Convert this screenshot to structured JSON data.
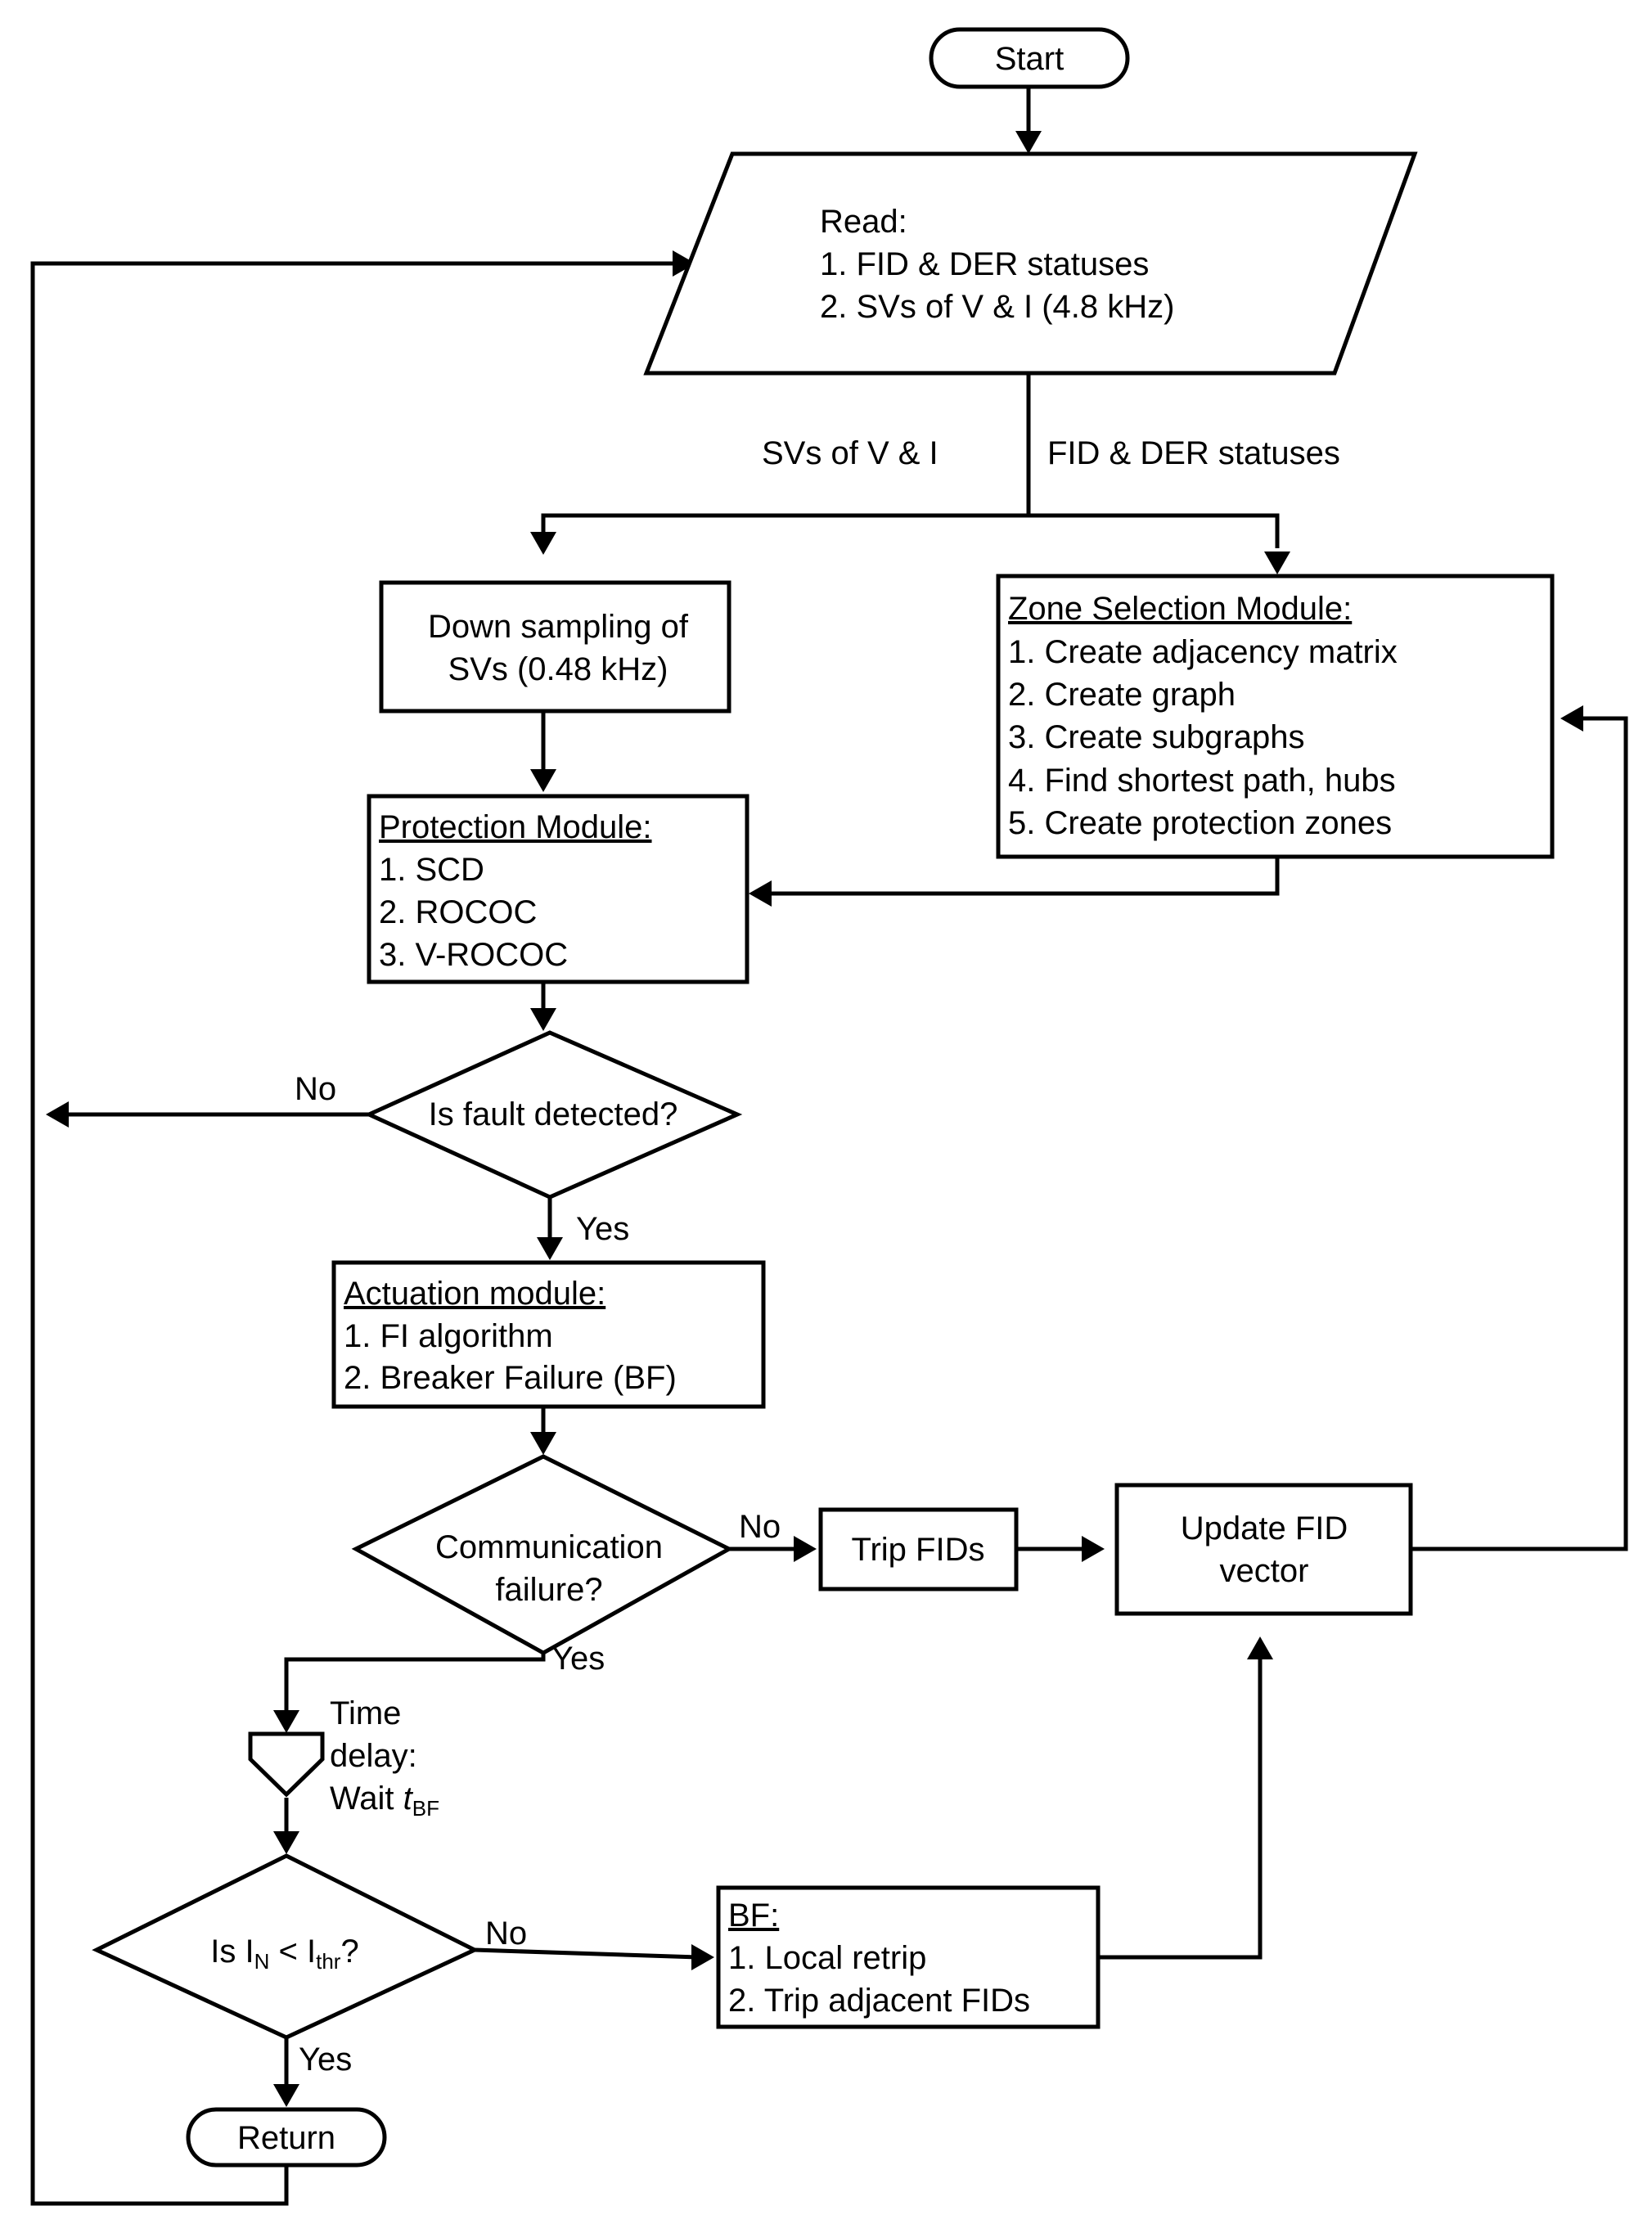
{
  "flowchart": {
    "start": "Start",
    "read": {
      "title": "Read:",
      "items": [
        "1. FID & DER statuses",
        "2. SVs of V & I (4.8 kHz)"
      ]
    },
    "branch_labels": {
      "svs": "SVs of V & I",
      "statuses": "FID & DER statuses"
    },
    "downsampling": [
      "Down sampling of",
      "SVs (0.48 kHz)"
    ],
    "zone_selection": {
      "title": "Zone Selection Module:",
      "items": [
        "1. Create adjacency matrix",
        "2. Create graph",
        "3. Create subgraphs",
        "4. Find shortest path, hubs",
        "5. Create protection zones"
      ]
    },
    "protection": {
      "title": "Protection Module:",
      "items": [
        "1. SCD",
        "2. ROCOC",
        "3. V-ROCOC"
      ]
    },
    "fault_decision": {
      "question": "Is fault detected?",
      "no": "No",
      "yes": "Yes"
    },
    "actuation": {
      "title": "Actuation module:",
      "items": [
        "1. FI algorithm",
        "2. Breaker Failure (BF)"
      ]
    },
    "comm_decision": {
      "lines": [
        "Communication",
        "failure?"
      ],
      "no": "No",
      "yes": "Yes"
    },
    "trip": "Trip FIDs",
    "update": [
      "Update FID",
      "vector"
    ],
    "delay": {
      "line1": "Time",
      "line2": "delay:",
      "line3": "Wait ",
      "var": "t",
      "var_sub": "BF"
    },
    "current_decision": {
      "prefix": "Is I",
      "sub1": "N",
      "middle": " < I",
      "sub2": "thr",
      "suffix": "?",
      "no": "No",
      "yes": "Yes"
    },
    "bf": {
      "title": "BF:",
      "items": [
        "1. Local retrip",
        "2. Trip adjacent FIDs"
      ]
    },
    "return": "Return"
  }
}
